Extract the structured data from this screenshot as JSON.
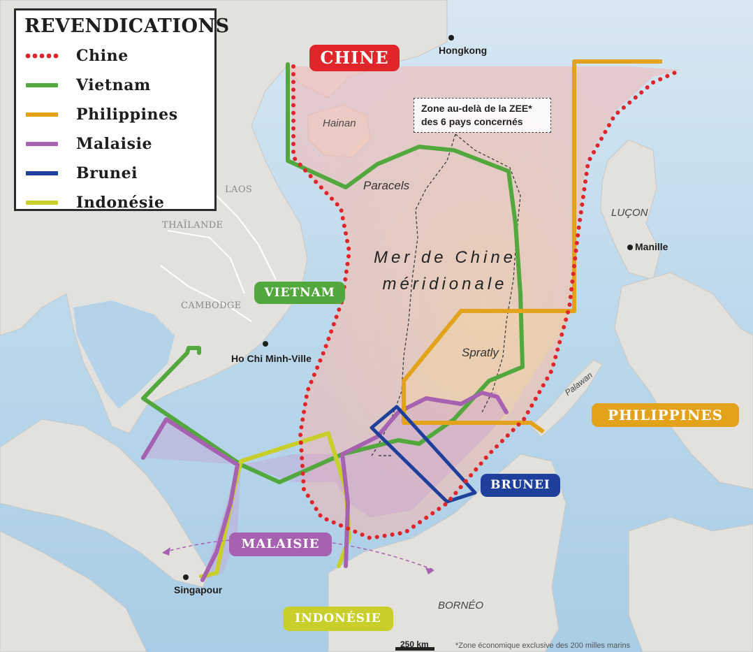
{
  "legend": {
    "title": "REVENDICATIONS",
    "items": [
      {
        "label": "Chine",
        "color": "#e0262b",
        "style": "dotted"
      },
      {
        "label": "Vietnam",
        "color": "#52a83c",
        "style": "solid"
      },
      {
        "label": " Philippines",
        "color": "#e3a21c",
        "style": "solid"
      },
      {
        "label": "Malaisie",
        "color": "#a661b0",
        "style": "solid"
      },
      {
        "label": "Brunei",
        "color": "#1f3f9c",
        "style": "solid"
      },
      {
        "label": "Indonésie",
        "color": "#c9cf2a",
        "style": "solid"
      }
    ]
  },
  "badges": {
    "chine": "CHINE",
    "vietnam": "VIETNAM",
    "philippines": "PHILIPPINES",
    "brunei": "BRUNEI",
    "malaisie": "MALAISIE",
    "indonesie": "INDONÉSIE"
  },
  "places": {
    "laos": "LAOS",
    "thailande": "THAÏLANDE",
    "cambodge": "CAMBODGE",
    "hainan": "Hainan",
    "paracels": "Paracels",
    "spratly": "Spratly",
    "lucon": "LUÇON",
    "palawan": "Palawan",
    "borneo": "BORNÉO"
  },
  "cities": {
    "hongkong": "Hongkong",
    "manille": "Manille",
    "hochiminh": "Ho Chi Minh-Ville",
    "singapour": "Singapour"
  },
  "sea": {
    "line1": "Mer de Chine",
    "line2": "méridionale"
  },
  "zee_note": {
    "line1": "Zone au-delà de la ZEE*",
    "line2": "des 6 pays concernés"
  },
  "scale": "250 km",
  "footnote": "*Zone économique exclusive des 200 milles marins",
  "colors": {
    "sea": "#b8d6ea",
    "land": "#e3e1dd",
    "china": "#e0262b",
    "vietnam": "#52a83c",
    "philippines": "#e3a21c",
    "malaisie": "#a661b0",
    "brunei": "#1f3f9c",
    "indonesie": "#c9cf2a"
  }
}
